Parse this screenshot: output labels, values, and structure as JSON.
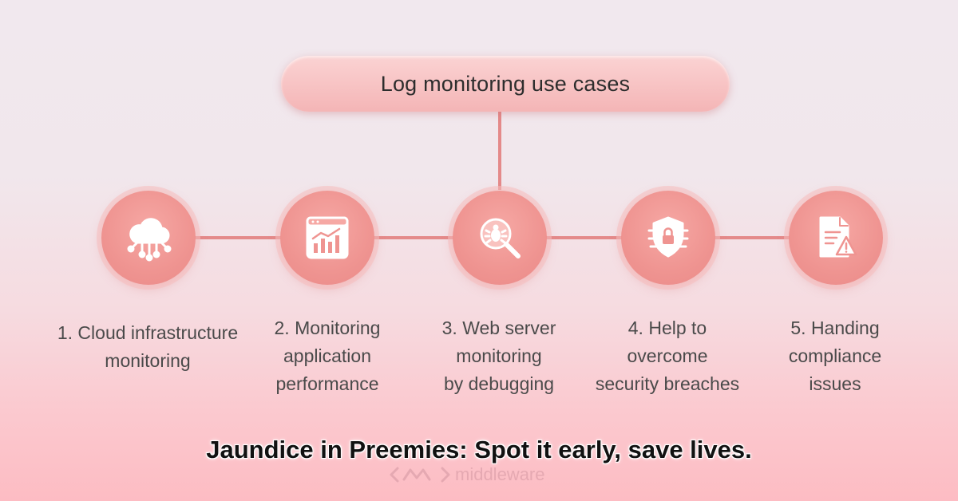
{
  "diagram": {
    "title": "Log monitoring use cases",
    "nodes": [
      {
        "icon": "cloud-network-icon",
        "lines": [
          "1. Cloud infrastructure",
          "monitoring"
        ]
      },
      {
        "icon": "analytics-chart-icon",
        "lines": [
          "2. Monitoring",
          "application",
          "performance"
        ]
      },
      {
        "icon": "bug-search-icon",
        "lines": [
          "3. Web server",
          "monitoring",
          "by debugging"
        ]
      },
      {
        "icon": "shield-lock-icon",
        "lines": [
          "4. Help to",
          "overcome",
          "security breaches"
        ]
      },
      {
        "icon": "document-warning-icon",
        "lines": [
          "5. Handing",
          "compliance",
          "issues"
        ]
      }
    ]
  },
  "caption": "Jaundice in Preemies: Spot it early, save lives.",
  "watermark": {
    "text": "middleware",
    "icon": "middleware-logo-icon"
  },
  "colors": {
    "accent": "#ef9491",
    "connector": "#e48a8a",
    "title_pill": "#f6bfc0"
  }
}
